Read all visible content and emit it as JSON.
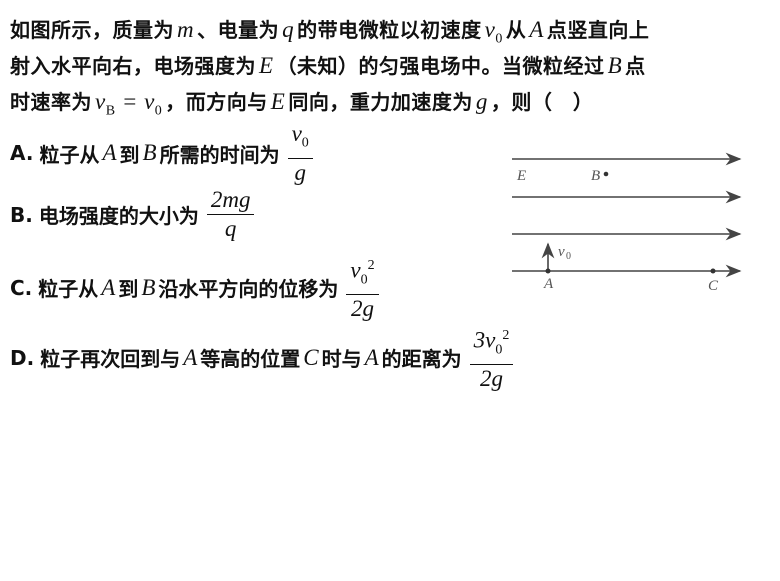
{
  "question": {
    "l1": [
      "如图所示，质量为",
      "m",
      "、电量为",
      "q",
      "的带电微粒以初速度",
      "v",
      "0",
      "从",
      "A",
      "点竖直向上"
    ],
    "l2": [
      "射入水平向右，电场强度为",
      "E",
      "（未知）的匀强电场中。当微粒经过",
      "B",
      "点"
    ],
    "l3": [
      "时速率为",
      "v",
      "B",
      "= v",
      "0",
      "，而方向与",
      "E",
      "同向，重力加速度为",
      "g",
      "，则（　）"
    ]
  },
  "options": [
    {
      "letter": "A.",
      "text": "粒子从",
      "a": "A",
      "mid": "到",
      "b": "B",
      "rest": "所需的时间为",
      "num": "v",
      "numsub": "0",
      "numsup": "",
      "den": "g"
    },
    {
      "letter": "B.",
      "text": "电场强度的大小为",
      "num": "2mg",
      "den": "q"
    },
    {
      "letter": "C.",
      "text": "粒子从",
      "a": "A",
      "mid": "到",
      "b": "B",
      "rest": "沿水平方向的位移为",
      "num": "v",
      "numsub": "0",
      "numsup": "2",
      "den": "2g"
    },
    {
      "letter": "D.",
      "text": "粒子再次回到与",
      "a": "A",
      "mid": "等高的位置",
      "c": "C",
      "mid2": "时与",
      "a2": "A",
      "rest": "的距离为",
      "num": "3v",
      "numsub": "0",
      "numsup": "2",
      "den": "2g"
    }
  ],
  "figure": {
    "E": "E",
    "B": "B",
    "v": "v",
    "vsub": "0",
    "A": "A",
    "C": "C"
  }
}
